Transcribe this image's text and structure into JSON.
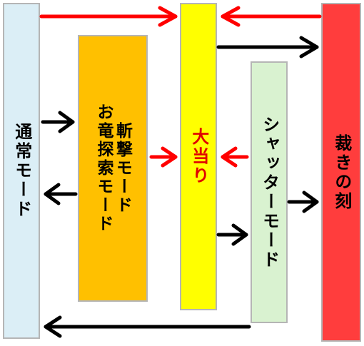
{
  "boxes": {
    "normal": {
      "label": "通常モード"
    },
    "explore": {
      "label_1": "お竜探索モード",
      "label_2": "斬撃モード"
    },
    "jackpot": {
      "label": "大当り"
    },
    "shutter": {
      "label": "シャッターモード"
    },
    "judgment": {
      "label": "裁きの刻"
    }
  },
  "colors": {
    "normal": "#dbeef6",
    "explore": "#ffc000",
    "jackpot": "#ffff00",
    "shutter": "#d9f2d0",
    "judgment": "#ff3d3d",
    "arrow_red": "#ff0000",
    "arrow_black": "#000000"
  }
}
